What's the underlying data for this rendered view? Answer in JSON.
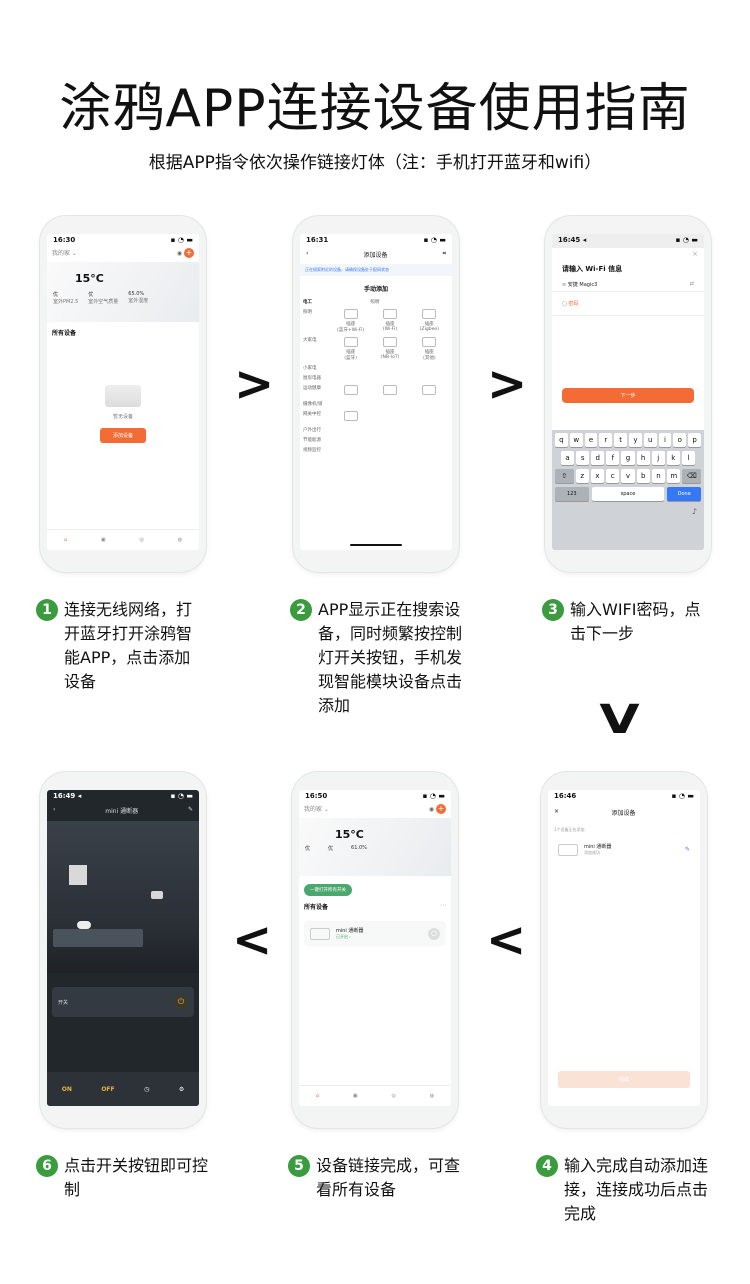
{
  "title": "涂鸦APP连接设备使用指南",
  "subtitle": "根据APP指令依次操作链接灯体（注：手机打开蓝牙和wifi）",
  "arrows": {
    "right": ">",
    "down": "V",
    "left": "<"
  },
  "steps": [
    {
      "num": "1",
      "text": "连接无线网络，打开蓝牙打开涂鸦智能APP，点击添加设备"
    },
    {
      "num": "2",
      "text": "APP显示正在搜索设备，同时频繁按控制灯开关按钮，手机发现智能模块设备点击添加"
    },
    {
      "num": "3",
      "text": "输入WIFI密码，点击下一步"
    },
    {
      "num": "4",
      "text": "输入完成自动添加连接，连接成功后点击完成"
    },
    {
      "num": "5",
      "text": "设备链接完成，可查看所有设备"
    },
    {
      "num": "6",
      "text": "点击开关按钮即可控制"
    }
  ],
  "screens": {
    "s1": {
      "time": "16:30",
      "home": "我的家 ⌄",
      "temp": "15°C",
      "stat1": "优",
      "stat1_label": "室外PM2.5",
      "stat2": "优",
      "stat2_label": "室外空气质量",
      "stat3": "65.0%",
      "stat3_label": "室外湿度",
      "section": "所有设备",
      "empty": "暂无设备",
      "add_button": "添加设备"
    },
    "s2": {
      "time": "16:31",
      "header": "添加设备",
      "notice": "正在搜索附近的设备，请确保设备处于配网状态",
      "manual": "手动添加",
      "categories": [
        "电工",
        "照明",
        "大家电",
        "小家电",
        "厨房电器",
        "运动健康",
        "摄像机/锁",
        "网关中控",
        "户外出行",
        "节能能源",
        "视频监控"
      ],
      "device1": "插座\n(蓝牙+Wi-Fi)",
      "device2": "插座\n(Wi-Fi)",
      "device3": "插座\n(Zigbee)",
      "device4": "插座\n(蓝牙)",
      "device5": "插座\n(NB-IoT)",
      "device6": "插座\n(其他)",
      "tab_lighting": "照明"
    },
    "s3": {
      "time": "16:45 ◂",
      "heading": "请输入 Wi-Fi 信息",
      "ssid": "安捷 Magic3",
      "password": "密码",
      "next": "下一步",
      "row1": [
        "q",
        "w",
        "e",
        "r",
        "t",
        "y",
        "u",
        "i",
        "o",
        "p"
      ],
      "row2": [
        "a",
        "s",
        "d",
        "f",
        "g",
        "h",
        "j",
        "k",
        "l"
      ],
      "row3": [
        "z",
        "x",
        "c",
        "v",
        "b",
        "n",
        "m"
      ],
      "num_key": "123",
      "space_key": "space",
      "done_key": "Done"
    },
    "s4": {
      "time": "16:46",
      "header": "添加设备",
      "count": "1个设备正在添加",
      "device": "mini 通断器",
      "status": "添加成功",
      "finish": "完成"
    },
    "s5": {
      "time": "16:50",
      "home": "我的家 ⌄",
      "temp": "15°C",
      "stat1": "优",
      "stat2": "优",
      "stat3": "61.0%",
      "open_all": "一键打开所有开关",
      "section": "所有设备",
      "device": "mini 通断器",
      "device_status": "已开启 ›"
    },
    "s6": {
      "time": "16:49 ◂",
      "header": "mini 通断器",
      "switch_label": "开关",
      "on": "ON",
      "off": "OFF"
    }
  },
  "colors": {
    "accent": "#f36c35",
    "badge": "#3b9b3f",
    "open_all": "#4aa86e",
    "done_blue": "#3478f6"
  }
}
